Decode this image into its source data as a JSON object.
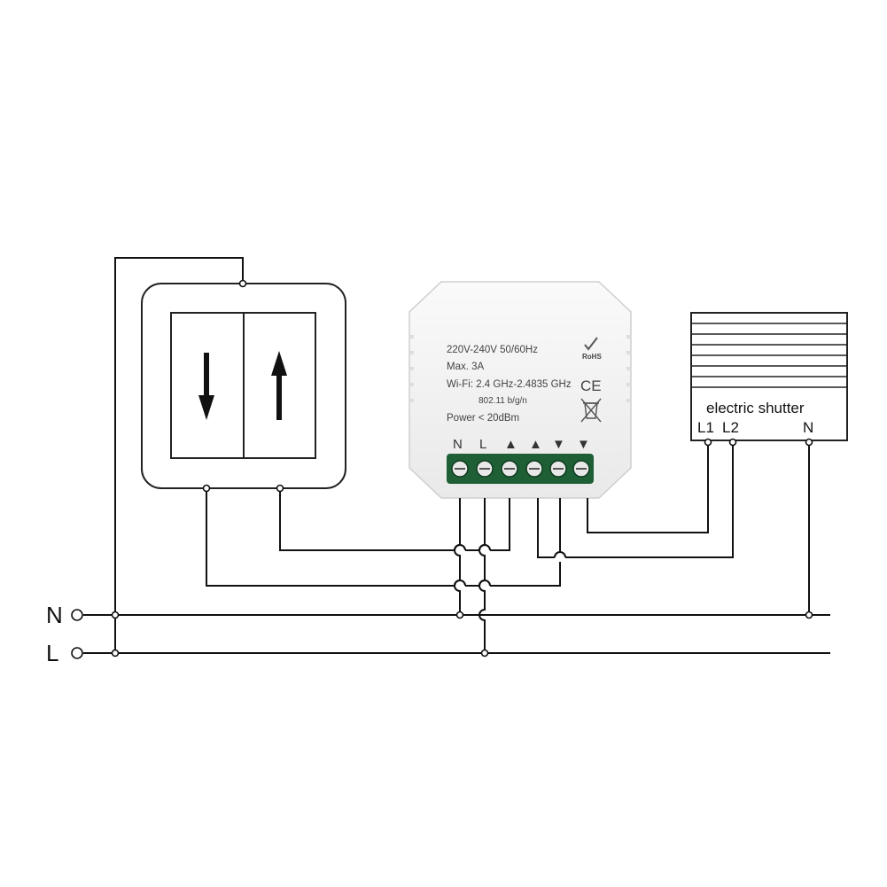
{
  "mains": {
    "n_label": "N",
    "l_label": "L"
  },
  "module": {
    "spec_voltage": "220V-240V 50/60Hz",
    "spec_current": "Max. 3A",
    "spec_wifi": "Wi-Fi: 2.4 GHz-2.4835 GHz",
    "spec_standard": "802.11 b/g/n",
    "spec_power": "Power < 20dBm",
    "rohs_label": "RoHS",
    "ce_label": "CE",
    "terminal_labels": [
      "N",
      "L",
      "▲",
      "▲",
      "▼",
      "▼"
    ],
    "terminal_color": "#1f5f35",
    "body_color": "#f3f3f3"
  },
  "shutter": {
    "title": "electric shutter",
    "terminal_l1": "L1",
    "terminal_l2": "L2",
    "terminal_n": "N"
  },
  "switch": {
    "left_icon": "arrow-down-icon",
    "right_icon": "arrow-up-icon"
  }
}
